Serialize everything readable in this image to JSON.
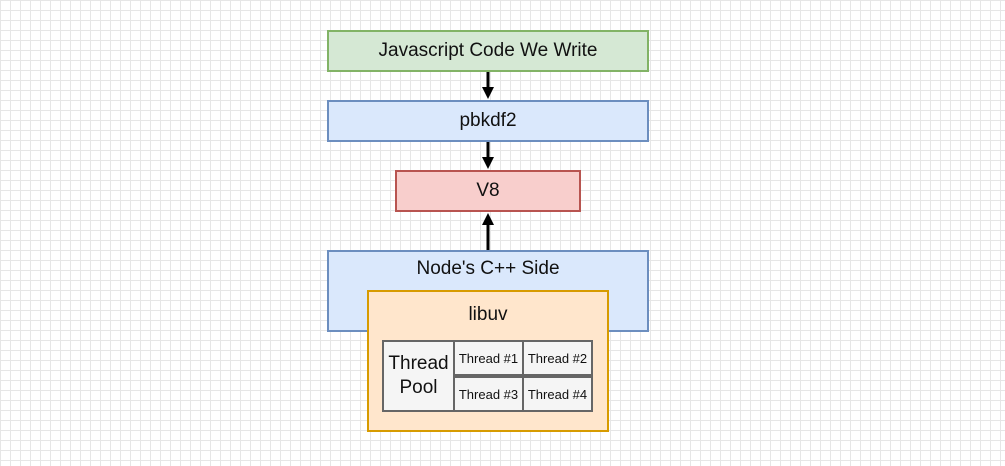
{
  "diagram": {
    "boxes": {
      "js_code": "Javascript Code We Write",
      "pbkdf2": "pbkdf2",
      "v8": "V8",
      "node_cpp": "Node's C++ Side",
      "libuv": "libuv"
    },
    "thread_pool": {
      "label_line1": "Thread",
      "label_line2": "Pool",
      "threads": [
        "Thread #1",
        "Thread #2",
        "Thread #3",
        "Thread #4"
      ]
    }
  },
  "colors": {
    "green_fill": "#d5e8d4",
    "green_stroke": "#82b366",
    "blue_fill": "#dae8fc",
    "blue_stroke": "#6c8ebf",
    "red_fill": "#f8cecc",
    "red_stroke": "#b85450",
    "orange_fill": "#ffe6cc",
    "orange_stroke": "#d79b00",
    "cell_fill": "#f5f5f5",
    "cell_stroke": "#666666",
    "arrow": "#000000"
  },
  "connections": [
    {
      "from": "js_code",
      "to": "pbkdf2"
    },
    {
      "from": "pbkdf2",
      "to": "v8"
    },
    {
      "from": "node_cpp",
      "to": "v8"
    }
  ]
}
